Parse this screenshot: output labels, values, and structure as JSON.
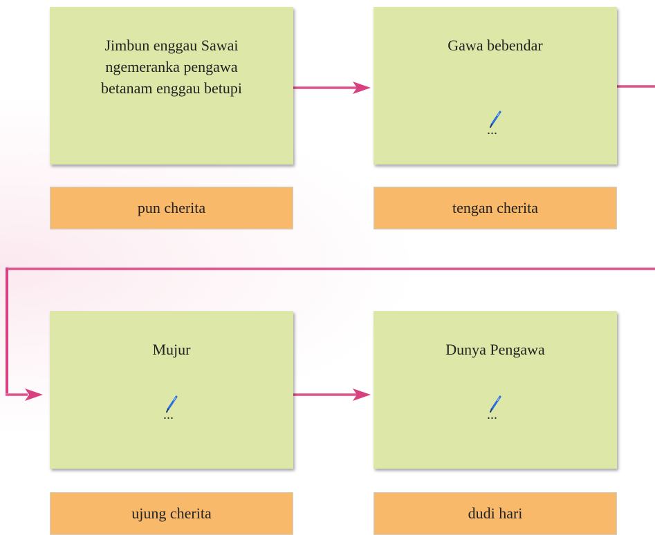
{
  "boxes": [
    {
      "id": "pun",
      "text_lines": [
        "Jimbun enggau Sawai",
        "ngemeranka pengawa",
        "betanam enggau betupi"
      ],
      "ellipsis": ""
    },
    {
      "id": "tengan",
      "text_lines": [
        "Gawa bebendar"
      ],
      "ellipsis": "..."
    },
    {
      "id": "ujung",
      "text_lines": [
        "Mujur"
      ],
      "ellipsis": "..."
    },
    {
      "id": "dudi",
      "text_lines": [
        "Dunya Pengawa"
      ],
      "ellipsis": "..."
    }
  ],
  "labels": {
    "pun": "pun cherita",
    "tengan": "tengan cherita",
    "ujung": "ujung cherita",
    "dudi": "dudi hari"
  },
  "icons": {
    "pen": "pen-icon"
  },
  "colors": {
    "box_fill": "#dde8a8",
    "label_fill": "#f9b96a",
    "arrow": "#e0508f",
    "pen_blue": "#2b6fd6"
  }
}
